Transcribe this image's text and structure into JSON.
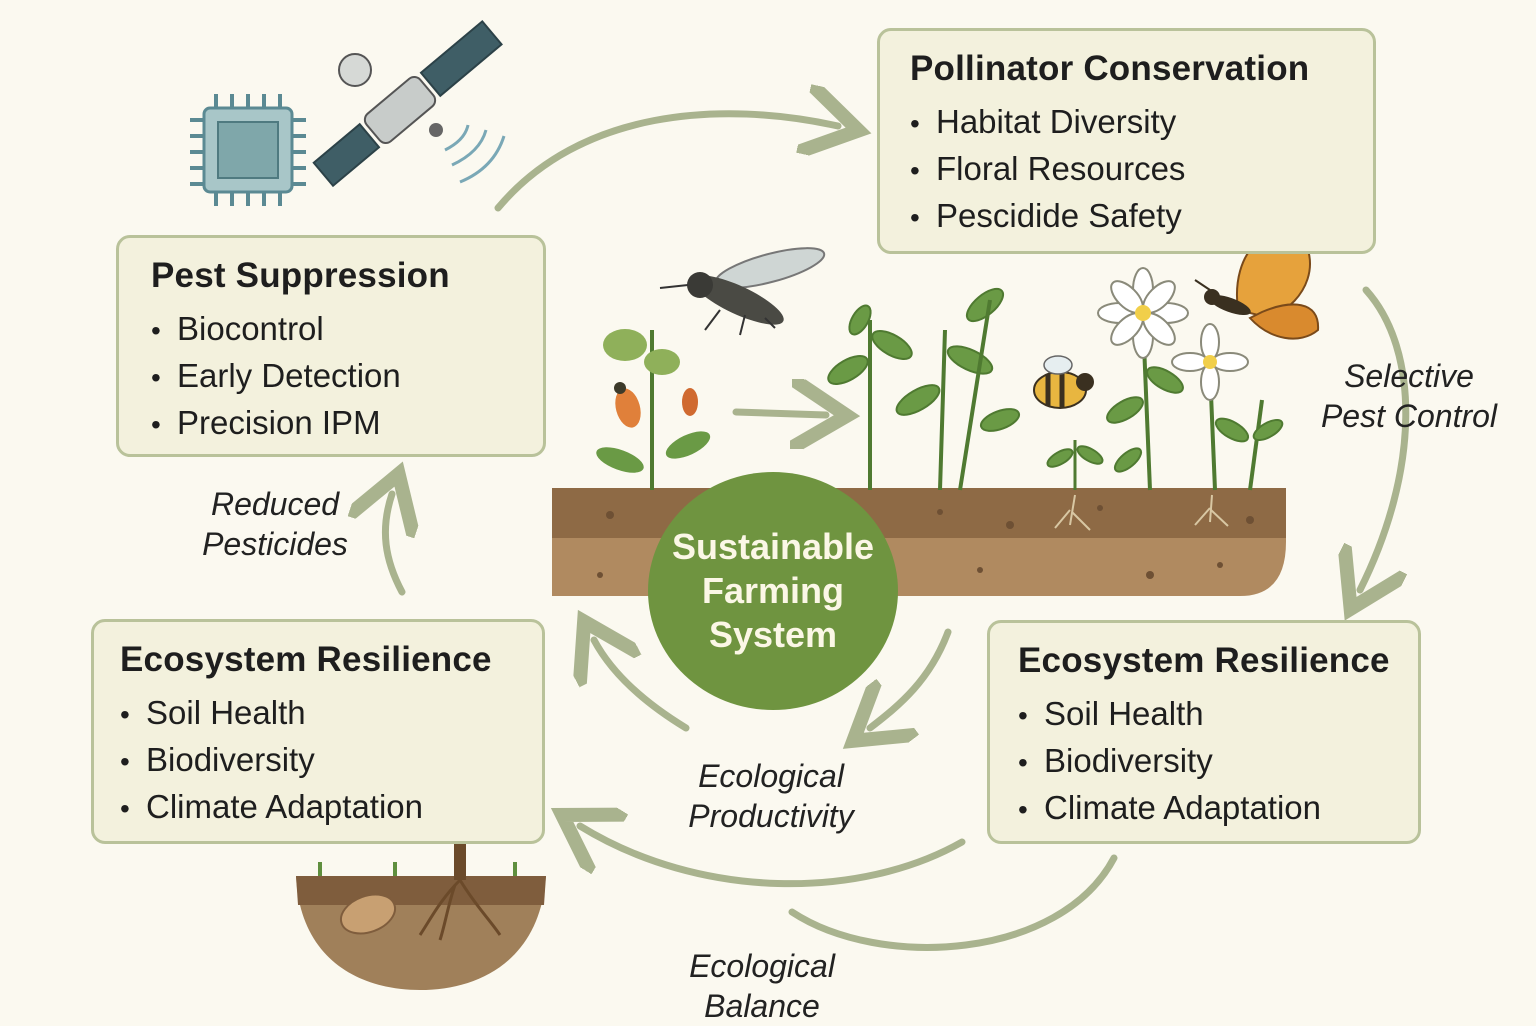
{
  "boxes": {
    "pest_suppression": {
      "title": "Pest Suppression",
      "items": [
        "Biocontrol",
        "Early Detection",
        "Precision IPM"
      ]
    },
    "pollinator_conservation": {
      "title": "Pollinator Conservation",
      "items": [
        "Habitat Diversity",
        "Floral Resources",
        "Pescidide Safety"
      ]
    },
    "ecosystem_resilience_left": {
      "title": "Ecosystem Resilience",
      "items": [
        "Soil Health",
        "Biodiversity",
        "Climate Adaptation"
      ]
    },
    "ecosystem_resilience_right": {
      "title": "Ecosystem Resilience",
      "items": [
        "Soil Health",
        "Biodiversity",
        "Climate Adaptation"
      ]
    }
  },
  "center": {
    "line1": "Sustainable",
    "line2": "Farming",
    "line3": "System"
  },
  "flow_labels": {
    "reduced_pesticides": {
      "line1": "Reduced",
      "line2": "Pesticides"
    },
    "selective_pest_control": {
      "line1": "Selective",
      "line2": "Pest Control"
    },
    "ecological_productivity": {
      "line1": "Ecological",
      "line2": "Productivity"
    },
    "ecological_balance": {
      "line1": "Ecological",
      "line2": "Balance"
    }
  },
  "bullet": "•",
  "icons": [
    "microchip-icon",
    "satellite-icon",
    "leaf-icon",
    "pest-bug-icon",
    "trap-disc-icon",
    "no-pesticide-icon",
    "mosquito-icon",
    "bee-icon",
    "butterfly-icon",
    "daisy-flower-icon",
    "tree-icon",
    "rain-cloud-icon"
  ],
  "colors": {
    "background": "#fbf9f0",
    "box_fill": "#f3f1dd",
    "box_border": "#b9c29a",
    "arrow": "#a9b38e",
    "center_circle": "#6f9440",
    "soil": "#a0805a",
    "plant": "#5f8f3e",
    "prohibit_red": "#b5432e",
    "butterfly": "#e6a23c"
  }
}
